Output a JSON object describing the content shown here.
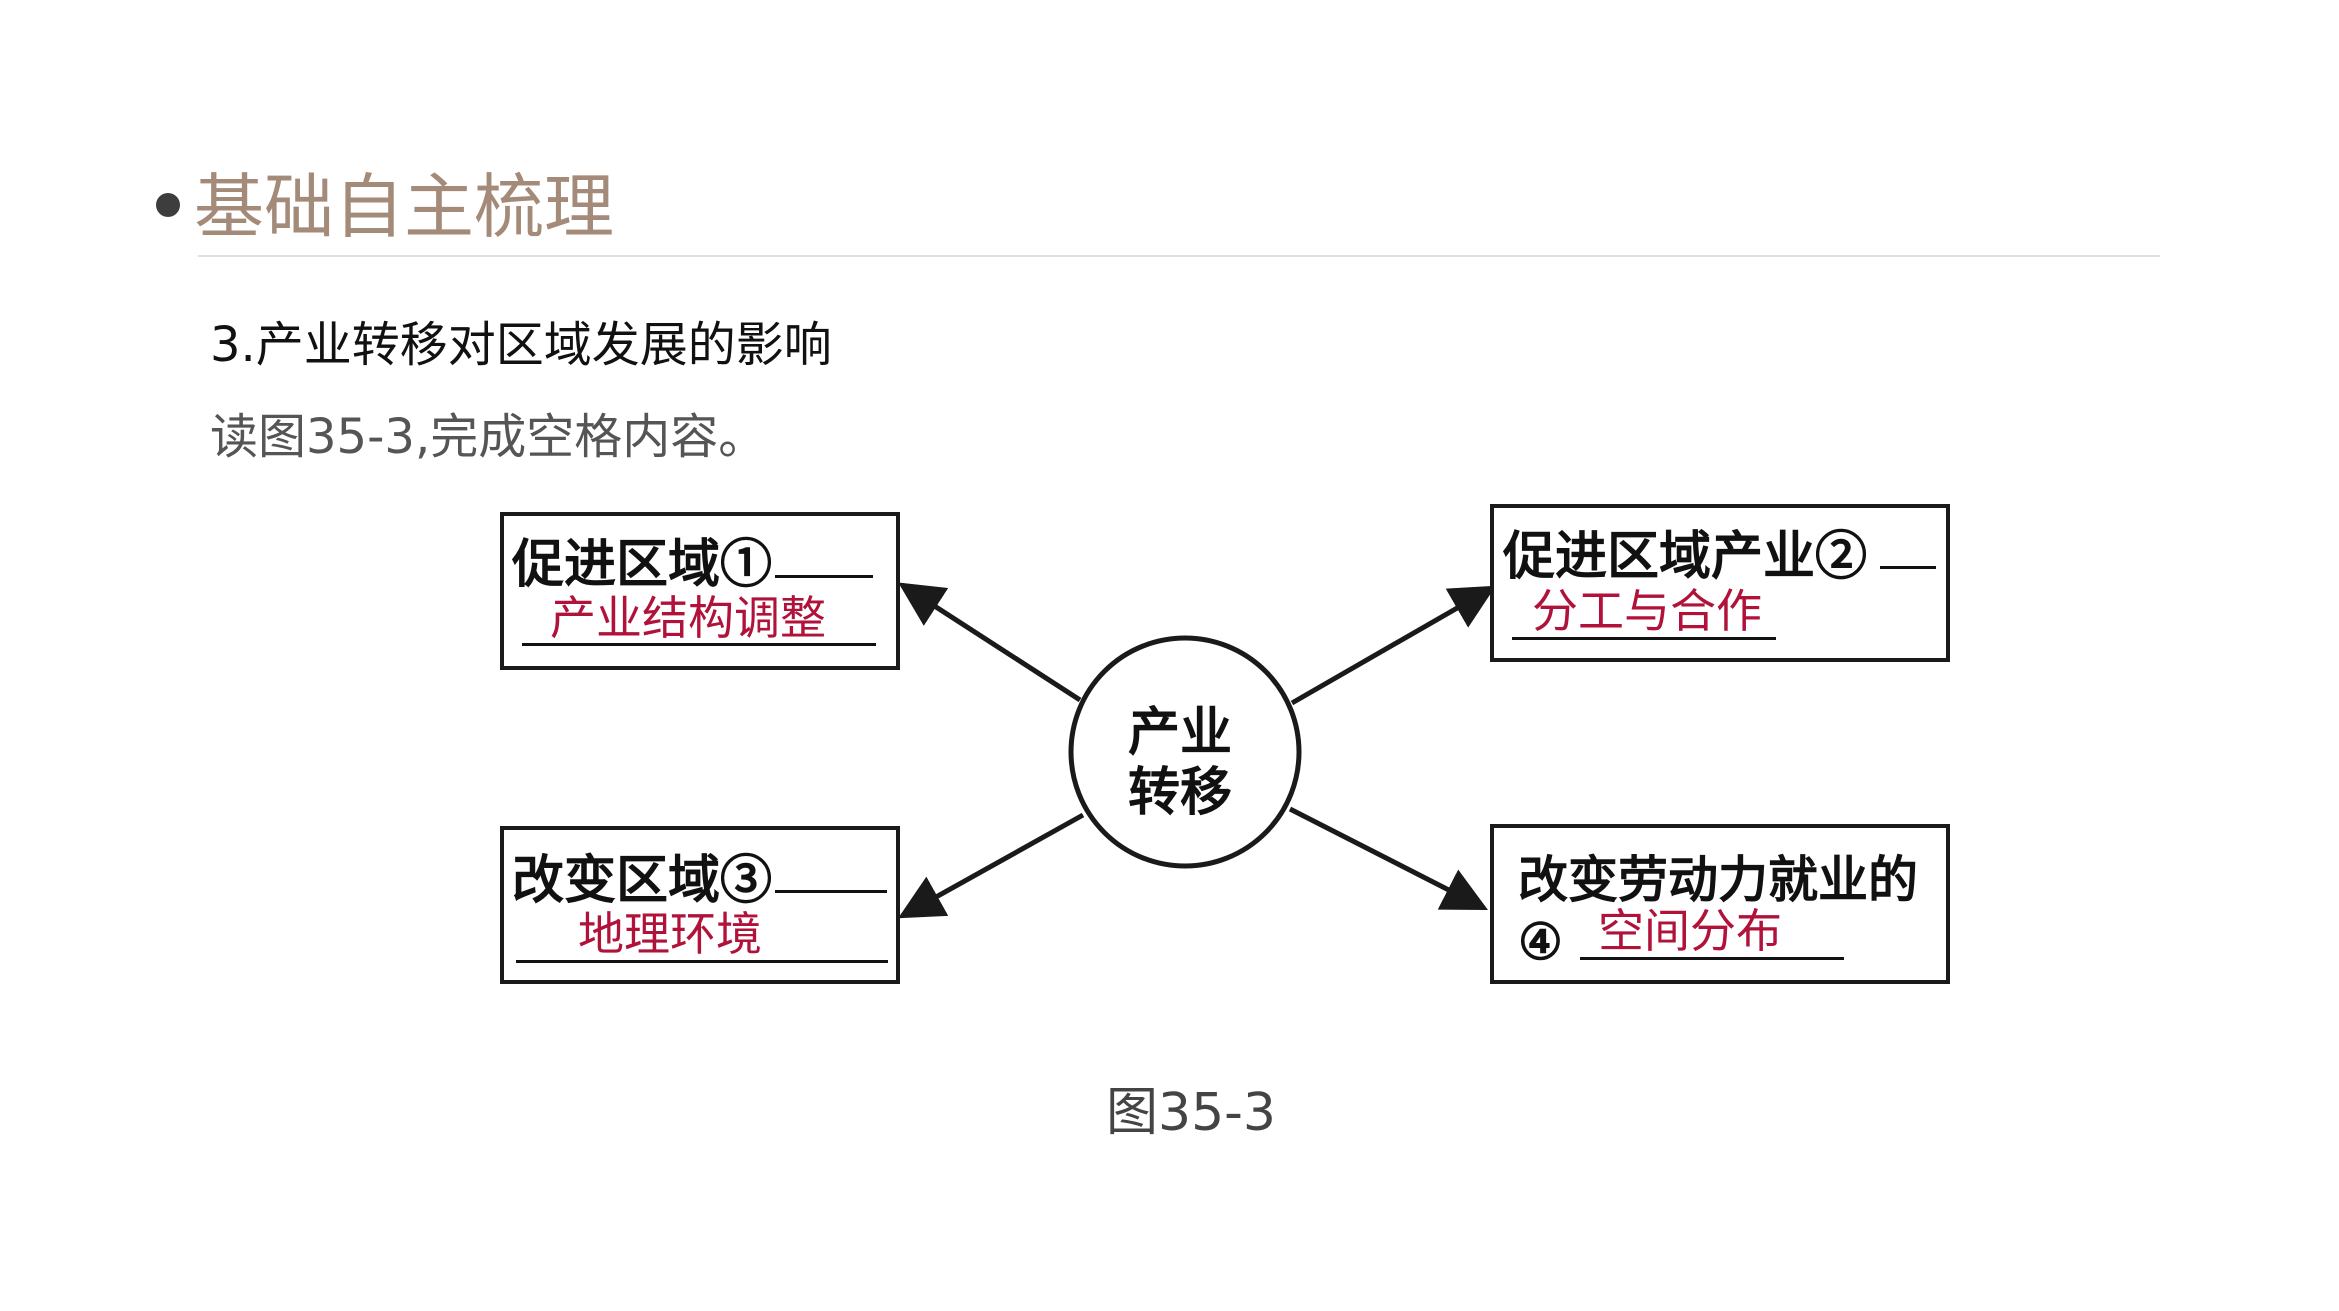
{
  "header": {
    "title": "基础自主梳理"
  },
  "section": {
    "heading": "3.产业转移对区域发展的影响",
    "instruction": "读图35-3,完成空格内容。"
  },
  "diagram": {
    "center": {
      "line1": "产业",
      "line2": "转移"
    },
    "boxes": [
      {
        "prompt": "促进区域①",
        "answer": "产业结构调整"
      },
      {
        "prompt": "促进区域产业②",
        "answer": "分工与合作"
      },
      {
        "prompt": "改变区域③",
        "answer": "地理环境"
      },
      {
        "prompt_line1": "改变劳动力就业的",
        "prompt_marker": "④",
        "answer": "空间分布"
      }
    ],
    "caption": "图35-3"
  },
  "colors": {
    "header_title": "#a48a78",
    "answer_text": "#b0123a",
    "line": "#1a1a1a"
  }
}
